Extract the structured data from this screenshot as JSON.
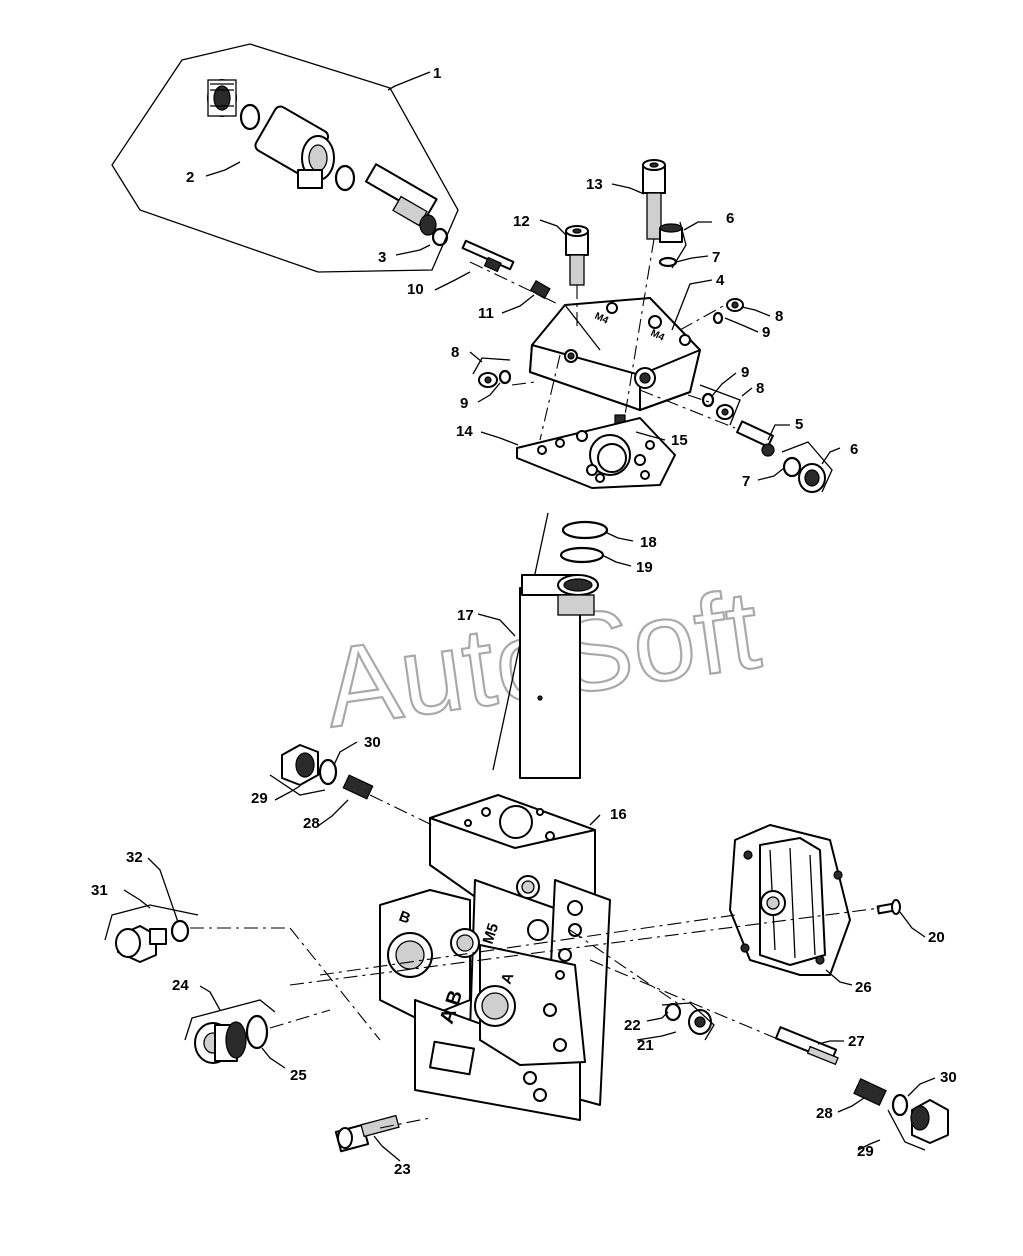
{
  "watermark": "AutoSoft",
  "callouts": [
    {
      "id": "c1",
      "label": "1"
    },
    {
      "id": "c2",
      "label": "2"
    },
    {
      "id": "c3",
      "label": "3"
    },
    {
      "id": "c4",
      "label": "4"
    },
    {
      "id": "c5",
      "label": "5"
    },
    {
      "id": "c6a",
      "label": "6"
    },
    {
      "id": "c6b",
      "label": "6"
    },
    {
      "id": "c7a",
      "label": "7"
    },
    {
      "id": "c7b",
      "label": "7"
    },
    {
      "id": "c8a",
      "label": "8"
    },
    {
      "id": "c8b",
      "label": "8"
    },
    {
      "id": "c8c",
      "label": "8"
    },
    {
      "id": "c9a",
      "label": "9"
    },
    {
      "id": "c9b",
      "label": "9"
    },
    {
      "id": "c9c",
      "label": "9"
    },
    {
      "id": "c10",
      "label": "10"
    },
    {
      "id": "c11",
      "label": "11"
    },
    {
      "id": "c12",
      "label": "12"
    },
    {
      "id": "c13",
      "label": "13"
    },
    {
      "id": "c14",
      "label": "14"
    },
    {
      "id": "c15",
      "label": "15"
    },
    {
      "id": "c16",
      "label": "16"
    },
    {
      "id": "c17",
      "label": "17"
    },
    {
      "id": "c18",
      "label": "18"
    },
    {
      "id": "c19",
      "label": "19"
    },
    {
      "id": "c20",
      "label": "20"
    },
    {
      "id": "c21",
      "label": "21"
    },
    {
      "id": "c22",
      "label": "22"
    },
    {
      "id": "c23",
      "label": "23"
    },
    {
      "id": "c24",
      "label": "24"
    },
    {
      "id": "c25",
      "label": "25"
    },
    {
      "id": "c26",
      "label": "26"
    },
    {
      "id": "c27",
      "label": "27"
    },
    {
      "id": "c28a",
      "label": "28"
    },
    {
      "id": "c28b",
      "label": "28"
    },
    {
      "id": "c29a",
      "label": "29"
    },
    {
      "id": "c29b",
      "label": "29"
    },
    {
      "id": "c30a",
      "label": "30"
    },
    {
      "id": "c30b",
      "label": "30"
    },
    {
      "id": "c31",
      "label": "31"
    },
    {
      "id": "c32",
      "label": "32"
    }
  ],
  "body_markings": {
    "port_b_upper": "B",
    "port_m5": "M5",
    "port_a": "A",
    "port_ab": "A B"
  }
}
